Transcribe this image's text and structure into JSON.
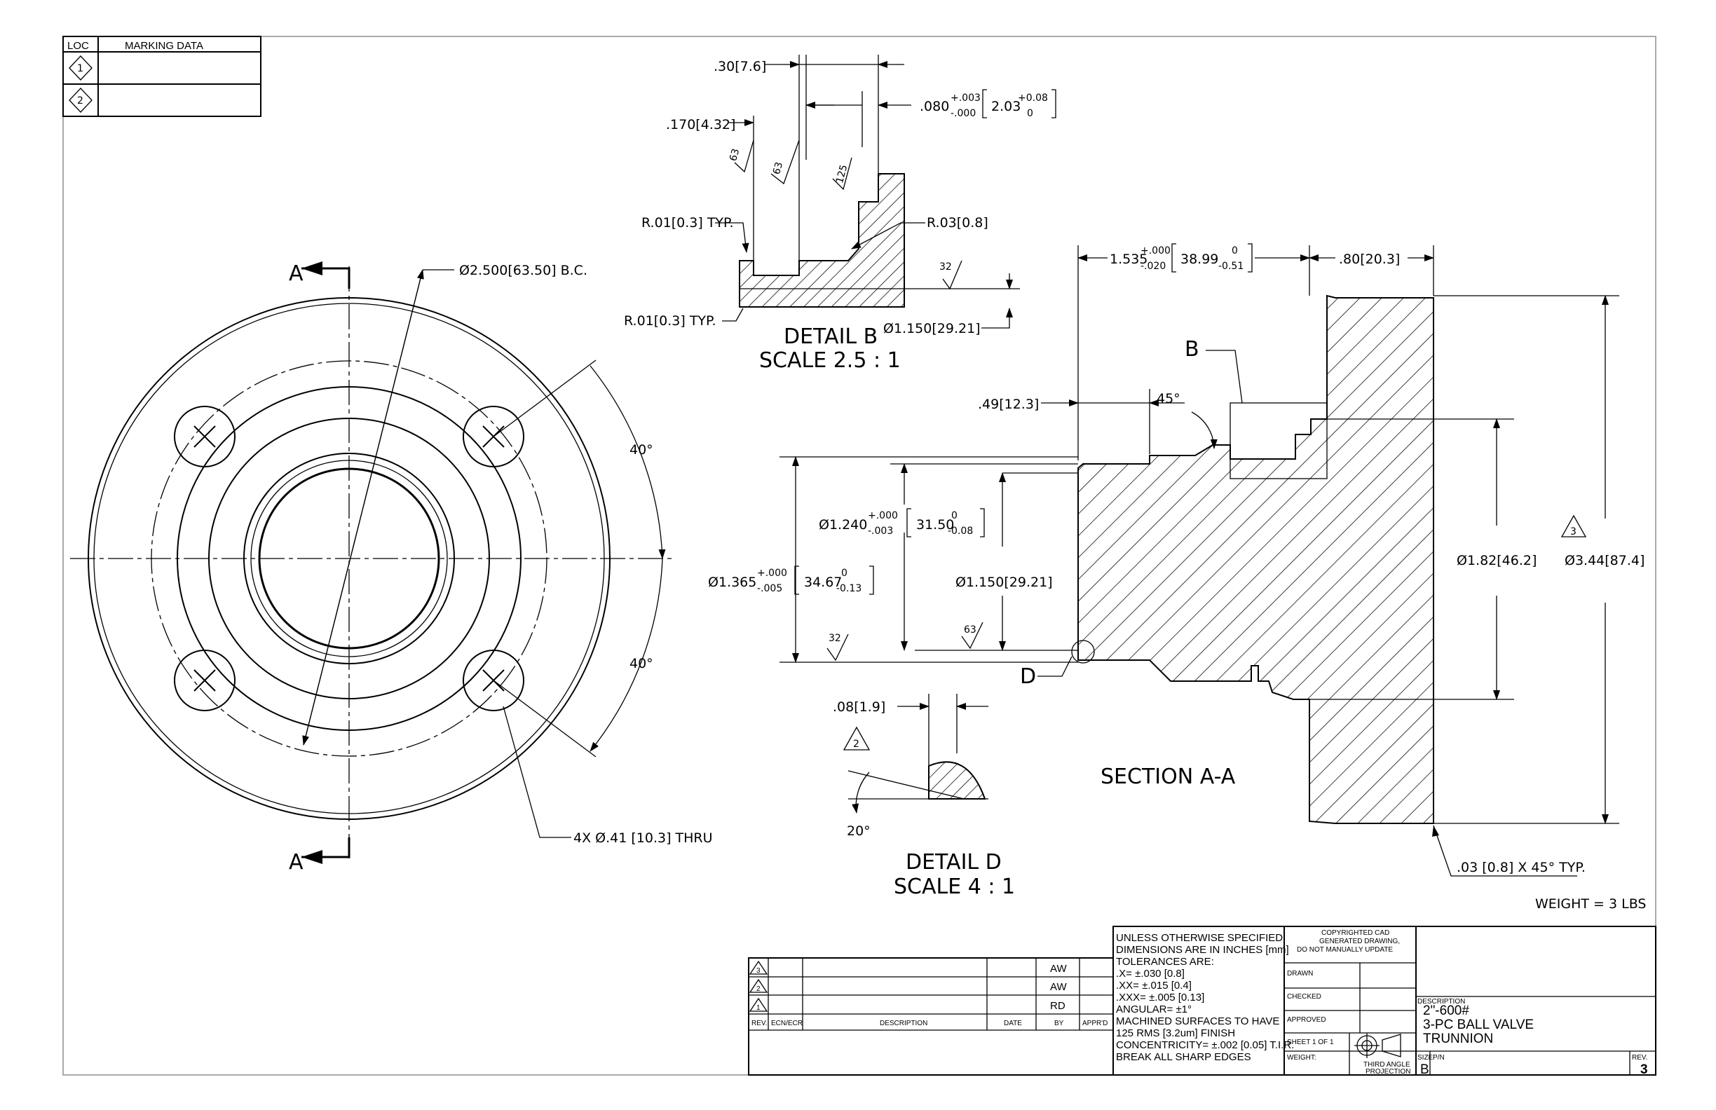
{
  "marking_table": {
    "header_loc": "LOC",
    "header_marking": "MARKING DATA",
    "rows": [
      {
        "loc": "1",
        "data": ""
      },
      {
        "loc": "2",
        "data": ""
      }
    ]
  },
  "views": {
    "front": {
      "section_marker": "A",
      "bolt_circle": "Ø2.500[63.50] B.C.",
      "angle_top": "40°",
      "angle_bottom": "40°",
      "holes": "4X Ø.41 [10.3] THRU"
    },
    "detail_b": {
      "title": "DETAIL B",
      "scale": "SCALE 2.5 : 1",
      "dim_030": ".30[7.6]",
      "dim_170": ".170[4.32]",
      "dim_080_main": ".080",
      "dim_080_tol_plus": "+.003",
      "dim_080_tol_minus": "-.000",
      "dim_080_metric": "2.03",
      "dim_080_metric_plus": "+0.08",
      "dim_080_metric_minus": "0",
      "finish_63a": "63",
      "finish_63b": "63",
      "finish_125": "125",
      "finish_32": "32",
      "radius_typ_top": "R.01[0.3] TYP.",
      "radius_typ_bottom": "R.01[0.3] TYP.",
      "radius_03": "R.03[0.8]",
      "dia_1150": "Ø1.150[29.21]"
    },
    "section": {
      "title": "SECTION A-A",
      "detail_b_callout": "B",
      "detail_d_callout": "D",
      "dim_1535_main": "1.535",
      "dim_1535_plus": "+.000",
      "dim_1535_minus": "-.020",
      "dim_1535_metric": "38.99",
      "dim_1535_metric_plus": "0",
      "dim_1535_metric_minus": "-0.51",
      "dim_080": ".80[20.3]",
      "dim_049": ".49[12.3]",
      "chamfer_angle": "45°",
      "dia_1240_main": "Ø1.240",
      "dia_1240_plus": "+.000",
      "dia_1240_minus": "-.003",
      "dia_1240_metric": "31.50",
      "dia_1240_metric_plus": "0",
      "dia_1240_metric_minus": "-0.08",
      "dia_1365_main": "Ø1.365",
      "dia_1365_plus": "+.000",
      "dia_1365_minus": "-.005",
      "dia_1365_metric": "34.67",
      "dia_1365_metric_plus": "0",
      "dia_1365_metric_minus": "-0.13",
      "dia_1150": "Ø1.150[29.21]",
      "dia_182": "Ø1.82[46.2]",
      "dia_344": "Ø3.44[87.4]",
      "rev_flag": "3",
      "finish_32": "32",
      "finish_63": "63",
      "chamfer_note": ".03 [0.8] X 45° TYP."
    },
    "detail_d": {
      "title": "DETAIL D",
      "scale": "SCALE 4 : 1",
      "dim_008": ".08[1.9]",
      "angle": "20°",
      "rev_flag": "2"
    }
  },
  "weight_note": "WEIGHT = 3 LBS",
  "notes": [
    "UNLESS  OTHERWISE  SPECIFIED",
    "DIMENSIONS ARE IN INCHES [mm]",
    "TOLERANCES ARE:",
    ".X= ±.030 [0.8]",
    ".XX= ±.015 [0.4]",
    ".XXX= ±.005 [0.13]",
    "ANGULAR= ±1°",
    "MACHINED SURFACES TO HAVE",
    "125 RMS [3.2um] FINISH",
    "CONCENTRICITY= ±.002 [0.05] T.I.R.",
    "BREAK ALL SHARP EDGES"
  ],
  "revision_table": {
    "rows": [
      {
        "rev": "3",
        "by": "AW"
      },
      {
        "rev": "2",
        "by": "AW"
      },
      {
        "rev": "1",
        "by": "RD"
      }
    ],
    "headers": {
      "rev": "REV.",
      "ecn": "ECN/ECR",
      "description": "DESCRIPTION",
      "date": "DATE",
      "by": "BY",
      "appd": "APPR'D"
    }
  },
  "title_block": {
    "copyright": [
      "COPYRIGHTED CAD",
      "GENERATED DRAWING,",
      "DO NOT MANUALLY UPDATE"
    ],
    "drawn": "DRAWN",
    "checked": "CHECKED",
    "approved": "APPROVED",
    "sheet": "SHEET 1 OF 1",
    "weight": "WEIGHT:",
    "projection": [
      "THIRD ANGLE",
      "PROJECTION"
    ],
    "description_label": "DESCRIPTION",
    "description": [
      "2\"-600#",
      "3-PC BALL VALVE",
      "TRUNNION"
    ],
    "size_label": "SIZE",
    "size": "B",
    "pn_label": "P/N",
    "rev_label": "REV.",
    "rev": "3"
  }
}
